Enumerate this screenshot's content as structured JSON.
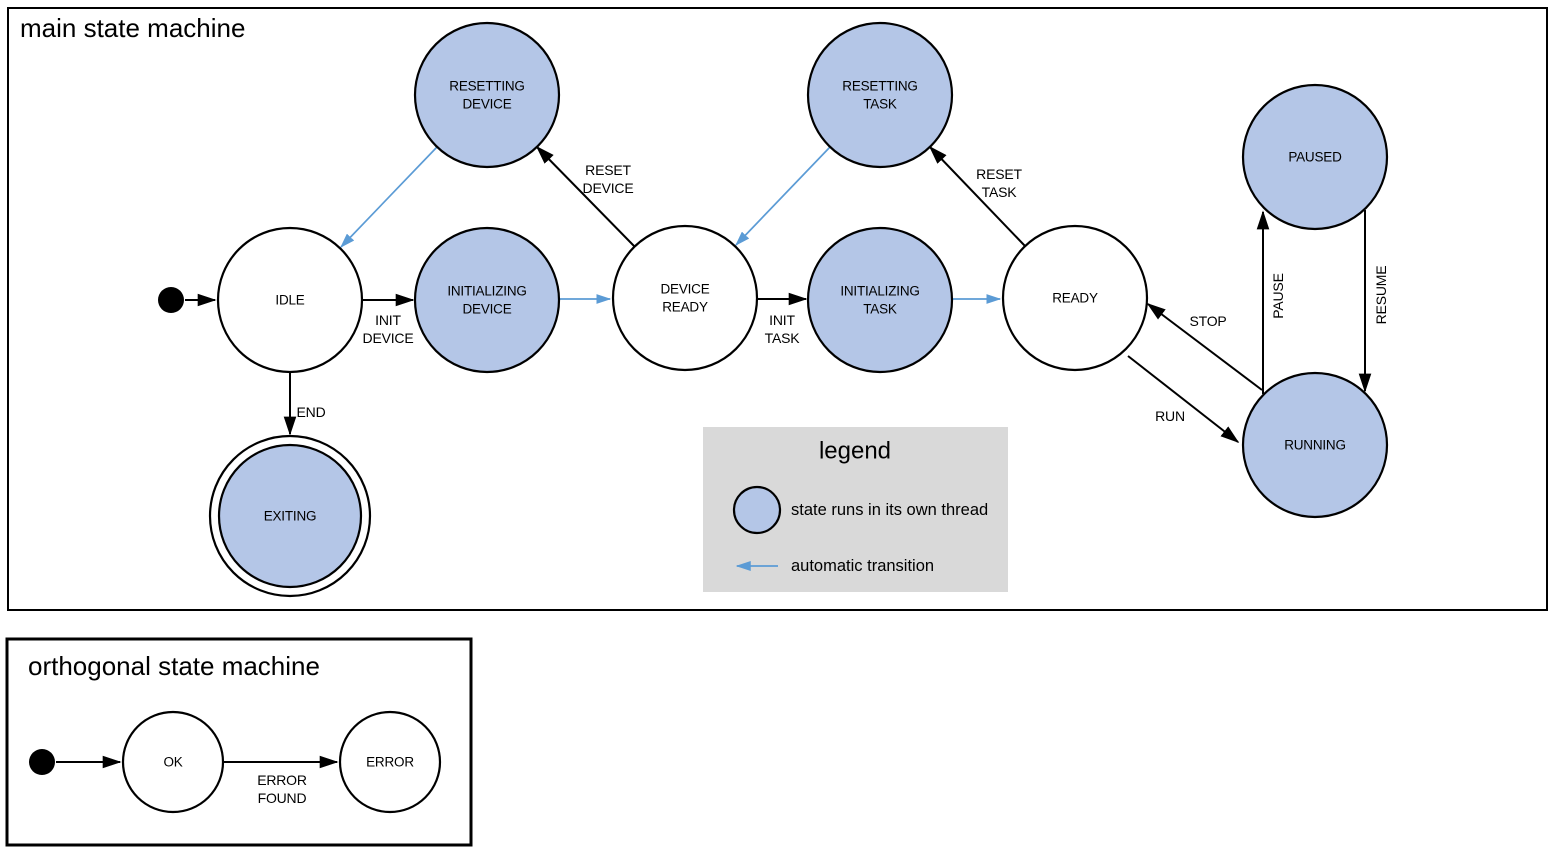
{
  "main_machine": {
    "title": "main state machine",
    "states": {
      "idle": {
        "label": "IDLE"
      },
      "resetting_device": {
        "line1": "RESETTING",
        "line2": "DEVICE"
      },
      "initializing_device": {
        "line1": "INITIALIZING",
        "line2": "DEVICE"
      },
      "device_ready": {
        "line1": "DEVICE",
        "line2": "READY"
      },
      "resetting_task": {
        "line1": "RESETTING",
        "line2": "TASK"
      },
      "initializing_task": {
        "line1": "INITIALIZING",
        "line2": "TASK"
      },
      "ready": {
        "label": "READY"
      },
      "paused": {
        "label": "PAUSED"
      },
      "running": {
        "label": "RUNNING"
      },
      "exiting": {
        "label": "EXITING"
      }
    },
    "transitions": {
      "init_device": {
        "line1": "INIT",
        "line2": "DEVICE"
      },
      "reset_device": {
        "line1": "RESET",
        "line2": "DEVICE"
      },
      "init_task": {
        "line1": "INIT",
        "line2": "TASK"
      },
      "reset_task": {
        "line1": "RESET",
        "line2": "TASK"
      },
      "end": {
        "label": "END"
      },
      "stop": {
        "label": "STOP"
      },
      "run": {
        "label": "RUN"
      },
      "pause": {
        "label": "PAUSE"
      },
      "resume": {
        "label": "RESUME"
      }
    }
  },
  "legend": {
    "title": "legend",
    "thread_item_label": "state runs in its own thread",
    "auto_item_label": "automatic transition"
  },
  "orthogonal_machine": {
    "title": "orthogonal state machine",
    "states": {
      "ok": {
        "label": "OK"
      },
      "error": {
        "label": "ERROR"
      }
    },
    "transitions": {
      "error_found": {
        "line1": "ERROR",
        "line2": "FOUND"
      }
    }
  },
  "colors": {
    "thread_fill": "#b4c6e7",
    "auto_arrow": "#5b9bd5",
    "legend_bg": "#d9d9d9",
    "stroke": "#000000"
  }
}
